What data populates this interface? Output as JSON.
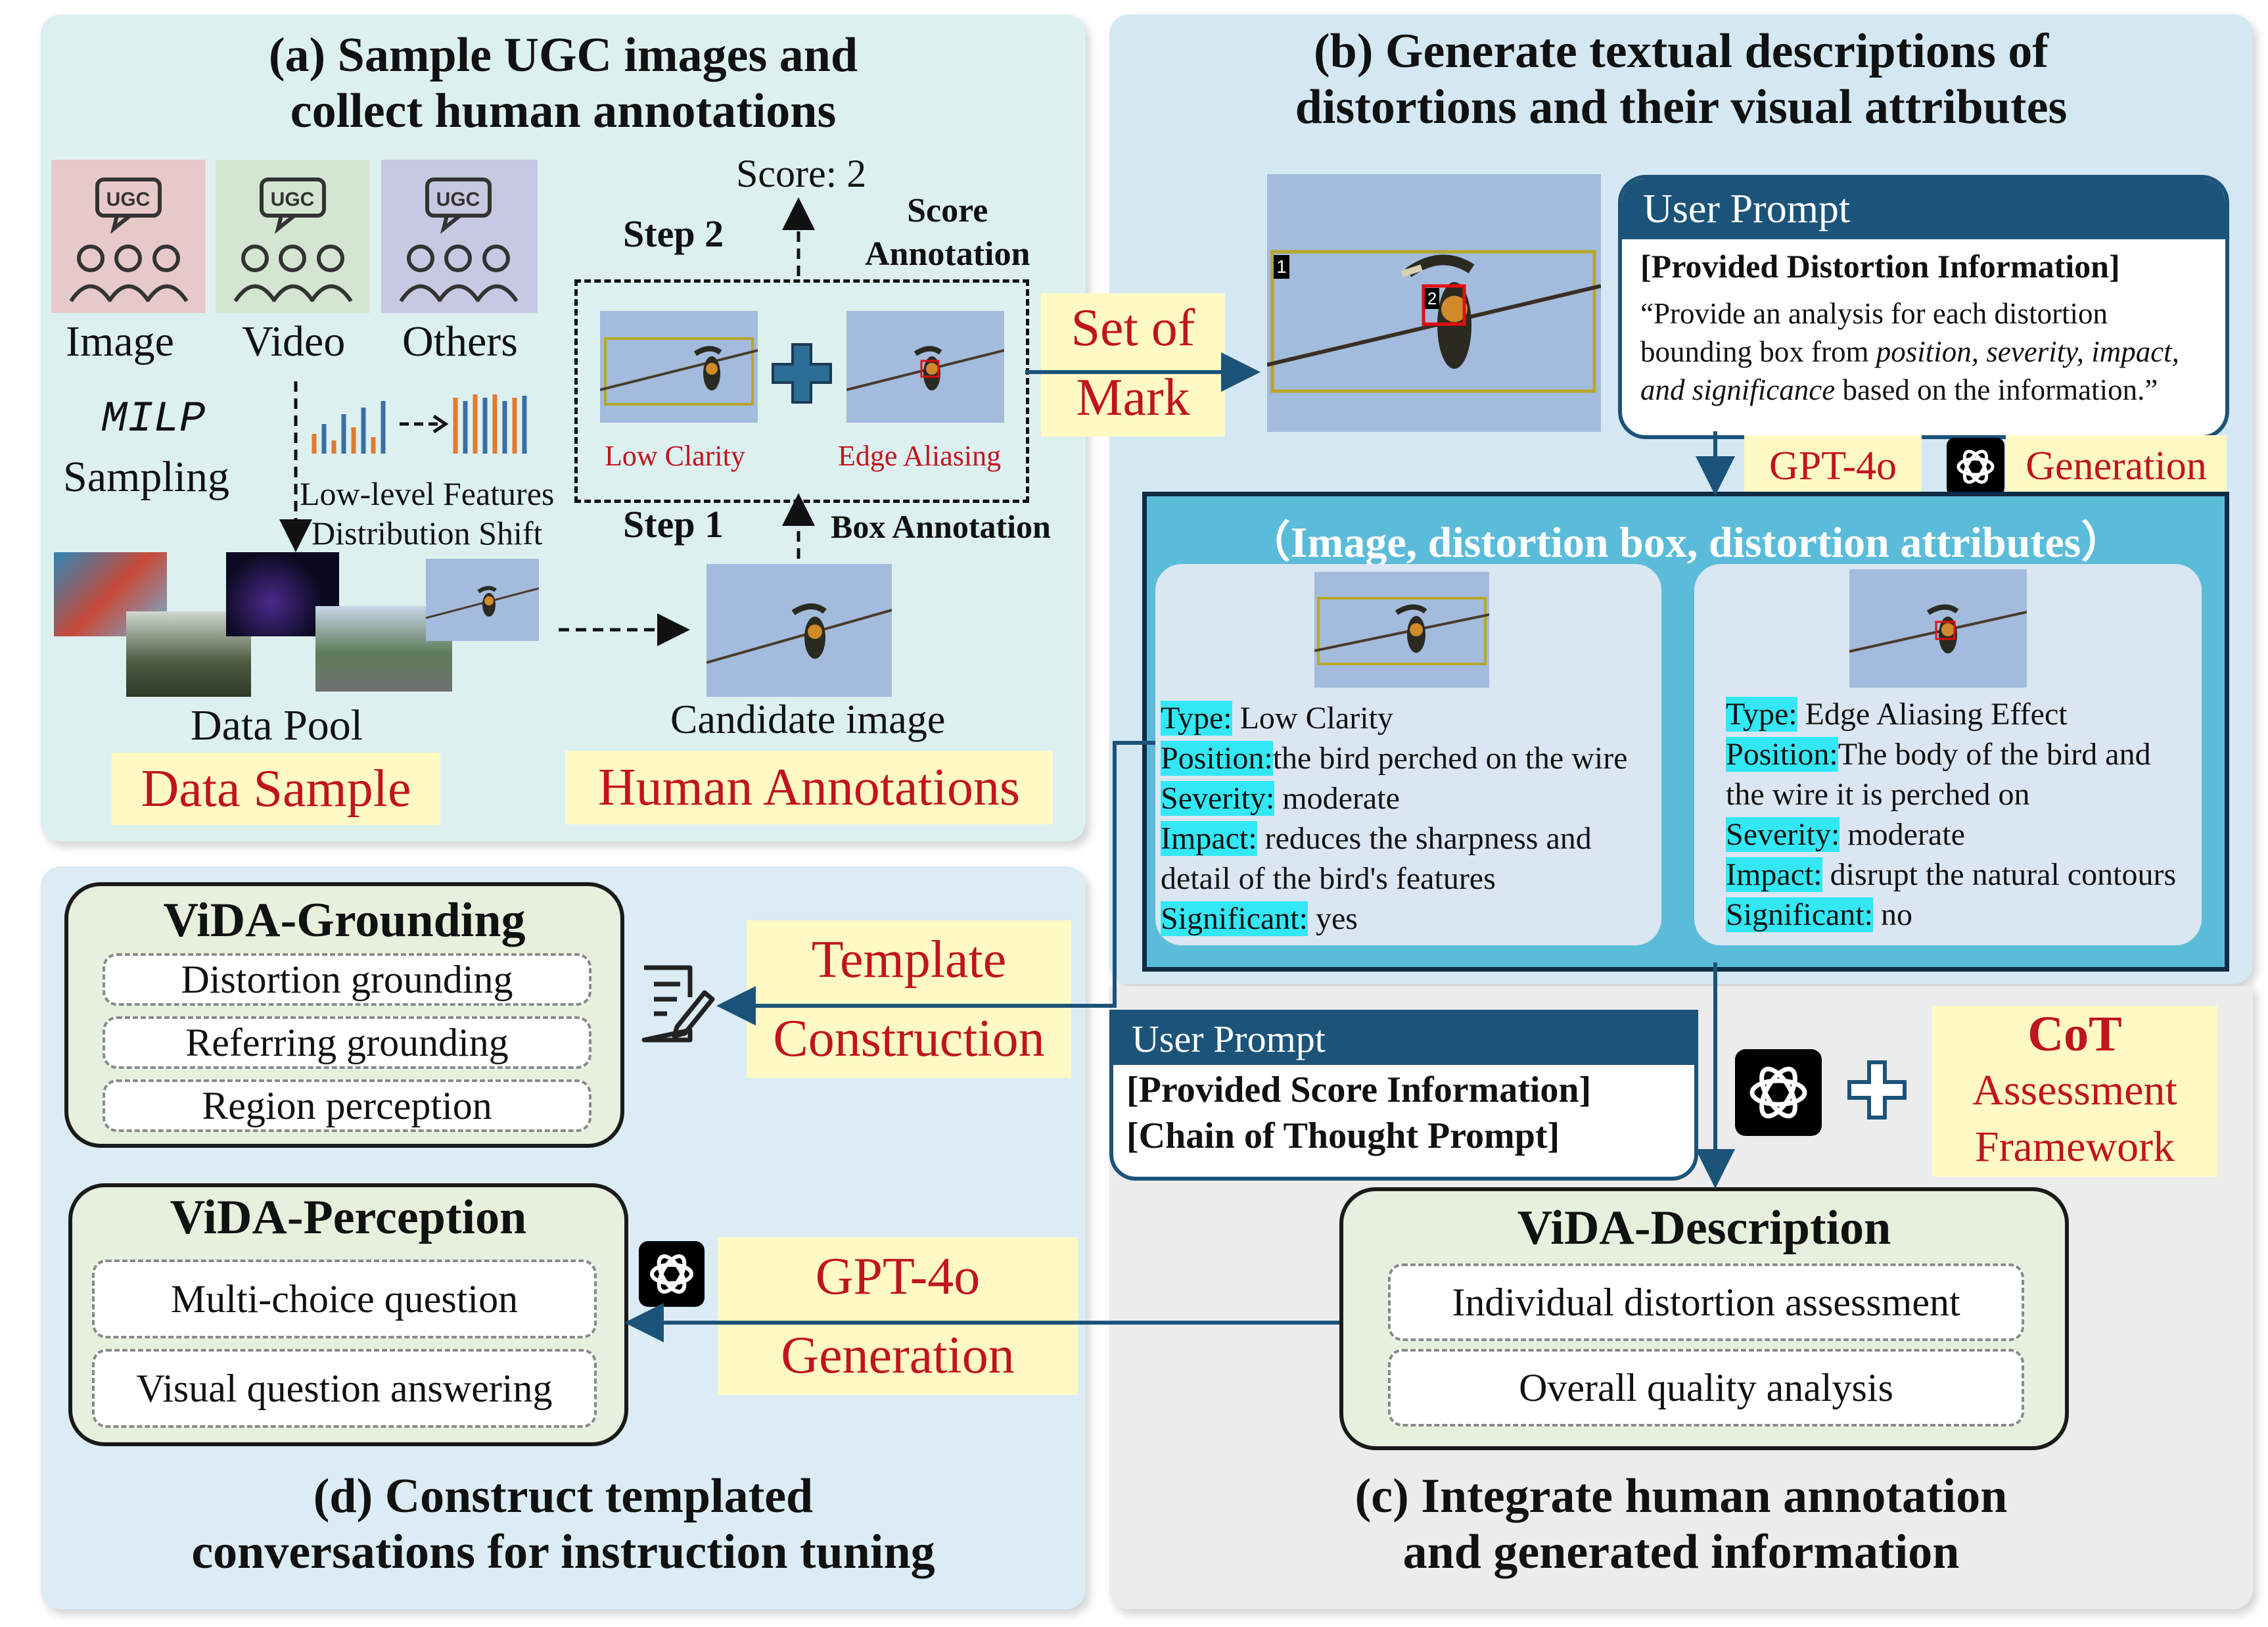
{
  "panel_a": {
    "title_l1": "(a) Sample UGC images and",
    "title_l2": "collect human annotations",
    "sources": [
      "Image",
      "Video",
      "Others"
    ],
    "ugc_badge": "UGC",
    "milp_l1": "MILP",
    "milp_l2": "Sampling",
    "shift_l1": "Low-level Features",
    "shift_l2": "Distribution Shift",
    "data_pool": "Data Pool",
    "data_sample": "Data Sample",
    "score": "Score: 2",
    "step2": "Step 2",
    "score_ann_l1": "Score",
    "score_ann_l2": "Annotation",
    "low_clarity": "Low Clarity",
    "edge_aliasing": "Edge Aliasing",
    "step1": "Step 1",
    "box_annotation": "Box Annotation",
    "candidate": "Candidate image",
    "human_annotations": "Human Annotations"
  },
  "set_of_mark_l1": "Set of",
  "set_of_mark_l2": "Mark",
  "panel_b": {
    "title_l1": "(b) Generate textual descriptions of",
    "title_l2": "distortions and their visual attributes",
    "mark_1": "1",
    "mark_2": "2",
    "prompt_header": "User Prompt",
    "prompt_bold": "[Provided Distortion Information]",
    "prompt_l1": "“Provide an analysis for each distortion",
    "prompt_l2a": "bounding box from ",
    "prompt_l2b": "position, severity, impact,",
    "prompt_l3a": "and significance",
    "prompt_l3b": " based on the information.”",
    "gpt4o": "GPT-4o",
    "generation": "Generation",
    "tuple_header": "（Image, distortion box, distortion attributes）",
    "card1": {
      "type_k": "Type:",
      "type_v": " Low Clarity",
      "pos_k": "Position:",
      "pos_v": "the bird perched on the wire",
      "sev_k": "Severity:",
      "sev_v": " moderate",
      "imp_k": "Impact:",
      "imp_v1": " reduces the sharpness and",
      "imp_v2": "detail of the bird's features",
      "sig_k": "Significant:",
      "sig_v": " yes"
    },
    "card2": {
      "type_k": "Type:",
      "type_v": " Edge Aliasing Effect",
      "pos_k": "Position:",
      "pos_v1": "The body of the bird and",
      "pos_v2": "the wire it is perched on",
      "sev_k": "Severity:",
      "sev_v": " moderate",
      "imp_k": "Impact:",
      "imp_v": " disrupt the natural contours",
      "sig_k": "Significant:",
      "sig_v": " no"
    }
  },
  "template_l1": "Template",
  "template_l2": "Construction",
  "panel_c": {
    "prompt_header": "User Prompt",
    "prompt_l1": "[Provided Score Information]",
    "prompt_l2": "[Chain of Thought Prompt]",
    "cot_l1": "CoT",
    "cot_l2": "Assessment",
    "cot_l3": "Framework",
    "desc_title": "ViDA-Description",
    "desc_items": [
      "Individual distortion assessment",
      "Overall quality analysis"
    ],
    "title_l1": "(c) Integrate human annotation",
    "title_l2": "and generated information"
  },
  "panel_d": {
    "grounding_title": "ViDA-Grounding",
    "grounding_items": [
      "Distortion grounding",
      "Referring grounding",
      "Region perception"
    ],
    "perception_title": "ViDA-Perception",
    "perception_items": [
      "Multi-choice question",
      "Visual question answering"
    ],
    "gpt4o": "GPT-4o",
    "generation": "Generation",
    "title_l1": "(d) Construct templated",
    "title_l2": "conversations for instruction tuning"
  },
  "colors": {
    "panel_a_bg": "#ddf0f0",
    "panel_b_bg": "#d4e8f3",
    "panel_c_bg": "#ececec",
    "panel_d_bg": "#dbecf5",
    "navy": "#1c5379",
    "label_red": "#c0141e",
    "label_bg": "#fff9c4",
    "highlight": "#33e8f4"
  },
  "icons": [
    "ugc-crowd-icon",
    "chatgpt-logo-icon",
    "document-edit-icon",
    "plus-icon",
    "bar-chart-icon"
  ]
}
